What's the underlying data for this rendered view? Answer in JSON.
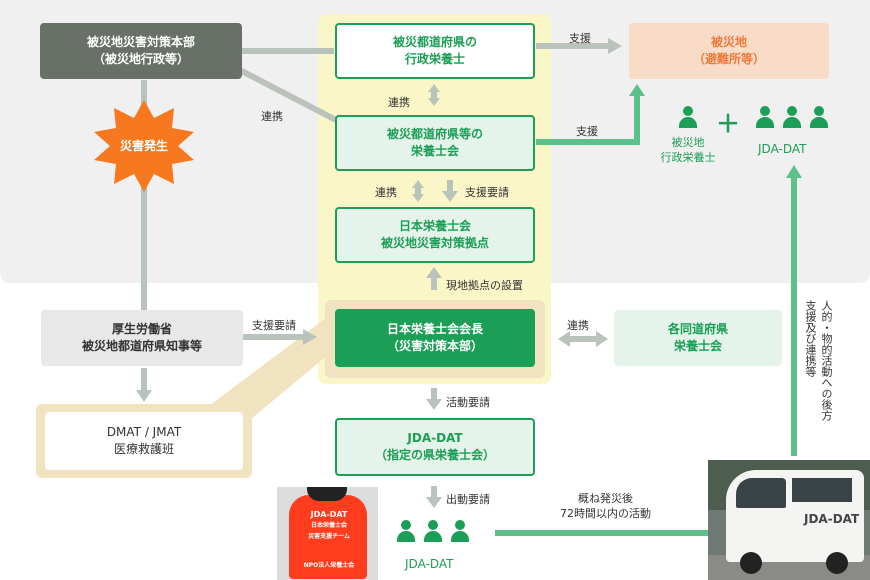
{
  "colors": {
    "green": "#1b9e55",
    "light_green": "#e4f4ea",
    "gray_bg": "#f0f0f0",
    "yellow": "#fbf6c8",
    "tan": "#f2e3c0",
    "orange": "#f7781e",
    "peach": "#f8dcc8"
  },
  "nodes": {
    "hq": [
      "被災地災害対策本部",
      "（被災地行政等）"
    ],
    "disaster": "災害発生",
    "pref_admin": [
      "被災都道府県の",
      "行政栄養士"
    ],
    "pref_assoc": [
      "被災都道府県等の",
      "栄養士会"
    ],
    "jda_base": [
      "日本栄養士会",
      "被災地災害対策拠点"
    ],
    "jda_president": [
      "日本栄養士会会長",
      "（災害対策本部）"
    ],
    "mhlw": [
      "厚生労働省",
      "被災地都道府県知事等"
    ],
    "dmat": [
      "DMAT / JMAT",
      "医療救護班"
    ],
    "affected_area": [
      "被災地",
      "（避難所等）"
    ],
    "local_admin": [
      "被災地",
      "行政栄養士"
    ],
    "jda_dat_top": "JDA-DAT",
    "each_pref": [
      "各同道府県",
      "栄養士会"
    ],
    "jda_dat_designated": [
      "JDA-DAT",
      "（指定の県栄養士会）"
    ],
    "jda_dat_bottom": "JDA-DAT"
  },
  "labels": {
    "support1": "支援",
    "support2": "支援",
    "coop_left": "連携",
    "coop_mid": "連携",
    "coop_pair": "連携",
    "support_request": "支援要請",
    "field_base": "現地拠点の設置",
    "support_request2": "支援要請",
    "coop_right": "連携",
    "activity_request": "活動要請",
    "dispatch_request": "出動要請",
    "within72": [
      "概ね発災後",
      "72時間以内の活動"
    ],
    "vertical": "後方支援及び連携等",
    "vertical2": "人的・物的活動への",
    "plus": "＋"
  },
  "photos": {
    "vest_text": [
      "JDA-DAT",
      "日本栄養士会",
      "災害支援チーム",
      "NPO法人栄養士会"
    ],
    "van_text": "JDA-DAT"
  }
}
